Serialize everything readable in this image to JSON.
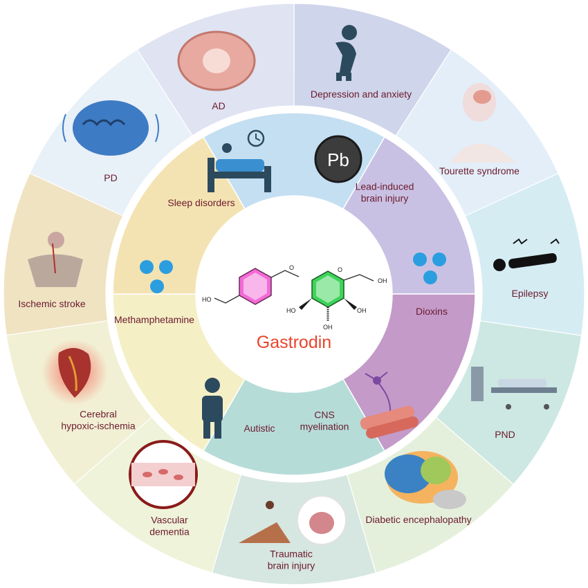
{
  "center": {
    "title": "Gastrodin",
    "atoms": {
      "ho_left": "HO",
      "o_bridge": "O",
      "o_ring": "O",
      "oh_right": "OH",
      "oh_b1": "HO",
      "oh_b2": "OH",
      "oh_b3": "OH"
    }
  },
  "inner_ring": [
    {
      "label": "Sleep disorders",
      "color": "#c4dff2",
      "icon": "bed-icon"
    },
    {
      "label": "Lead-induced brain injury",
      "lines": [
        "Lead-induced",
        "brain injury"
      ],
      "color": "#c9c1e3",
      "icon": "pb-badge-icon"
    },
    {
      "label": "Dioxins",
      "color": "#c49ac9",
      "icon": "molecule-dots-icon"
    },
    {
      "label": "CNS myelination",
      "lines": [
        "CNS",
        "myelination"
      ],
      "color": "#b6dcd8",
      "icon": "neuron-icon"
    },
    {
      "label": "Autistic",
      "color": "#f5efc6",
      "icon": "person-icon"
    },
    {
      "label": "Methamphetamine",
      "color": "#f4e3b2",
      "icon": "molecule-dots-icon"
    }
  ],
  "pb_text": "Pb",
  "outer_ring": [
    {
      "label": "AD",
      "color": "#dfe3f2",
      "icon": "brain-slice-icon"
    },
    {
      "label": "Depression and anxiety",
      "color": "#cfd5ea",
      "icon": "sad-person-icon"
    },
    {
      "label": "Tourette syndrome",
      "color": "#e3eef8",
      "icon": "head-brain-icon"
    },
    {
      "label": "Epilepsy",
      "color": "#d5ecf3",
      "icon": "seizure-person-icon"
    },
    {
      "label": "PND",
      "color": "#cde8e2",
      "icon": "hospital-bed-icon"
    },
    {
      "label": "Diabetic encephalopathy",
      "color": "#e5f0dc",
      "icon": "brain-regions-icon"
    },
    {
      "label": "Traumatic brain injury",
      "lines": [
        "Traumatic",
        "brain injury"
      ],
      "color": "#d6e6e0",
      "icon": "fall-injury-icon"
    },
    {
      "label": "Vascular dementia",
      "lines": [
        "Vascular",
        "dementia"
      ],
      "color": "#eef3d9",
      "icon": "blood-vessel-icon"
    },
    {
      "label": "Cerebral hypoxic-ischemia",
      "lines": [
        "Cerebral",
        "hypoxic-ischemia"
      ],
      "color": "#f2f0d4",
      "icon": "heart-icon"
    },
    {
      "label": "Ischemic stroke",
      "color": "#efe3c2",
      "icon": "stroke-body-icon"
    },
    {
      "label": "PD",
      "color": "#e8f0f8",
      "icon": "brain-tremor-icon"
    }
  ]
}
